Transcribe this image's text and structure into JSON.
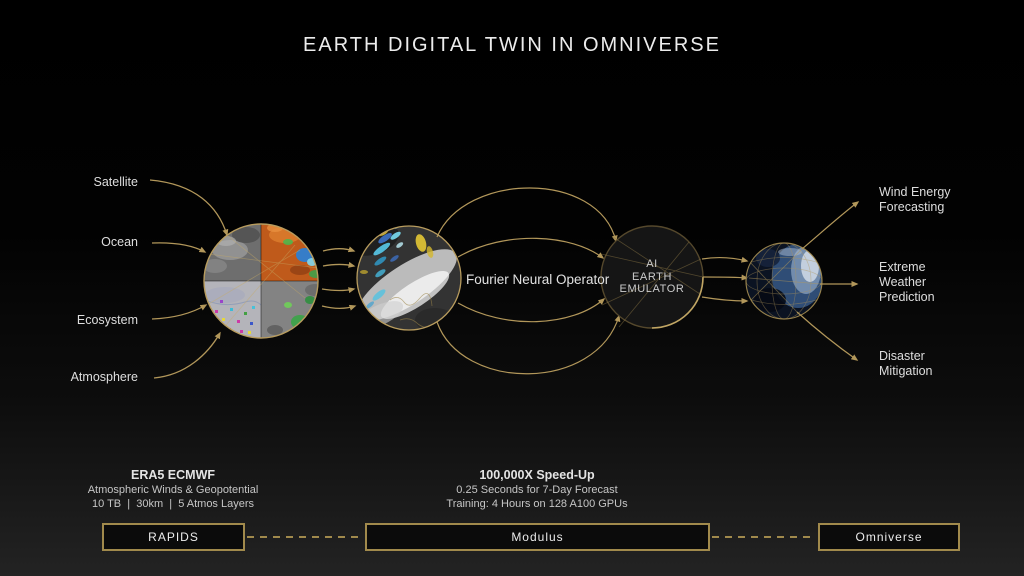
{
  "title": "EARTH DIGITAL TWIN IN OMNIVERSE",
  "inputs": [
    {
      "label": "Satellite"
    },
    {
      "label": "Ocean"
    },
    {
      "label": "Ecosystem"
    },
    {
      "label": "Atmosphere"
    }
  ],
  "pipeline": {
    "fourier_label": "Fourier Neural Operator",
    "emulator_line1": "AI",
    "emulator_line2": "EARTH",
    "emulator_line3": "EMULATOR"
  },
  "outputs": [
    {
      "line1": "Wind Energy",
      "line2": "Forecasting"
    },
    {
      "line1": "Extreme",
      "line2": "Weather",
      "line3": "Prediction"
    },
    {
      "line1": "Disaster",
      "line2": "Mitigation"
    }
  ],
  "stats_left": {
    "line1": "ERA5 ECMWF",
    "line2": "Atmospheric Winds & Geopotential",
    "line3": "10 TB  |  30km  |  5 Atmos Layers"
  },
  "stats_center": {
    "line1": "100,000X Speed-Up",
    "line2": "0.25 Seconds for 7-Day Forecast",
    "line3": "Training: 4 Hours on 128 A100 GPUs"
  },
  "platforms": [
    {
      "label": "RAPIDS"
    },
    {
      "label": "Modulus"
    },
    {
      "label": "Omniverse"
    }
  ],
  "colors": {
    "accent_gold": "#b2975a",
    "box_border_gold": "#a18a4c",
    "background_top": "#000000",
    "background_bottom": "#232323"
  }
}
